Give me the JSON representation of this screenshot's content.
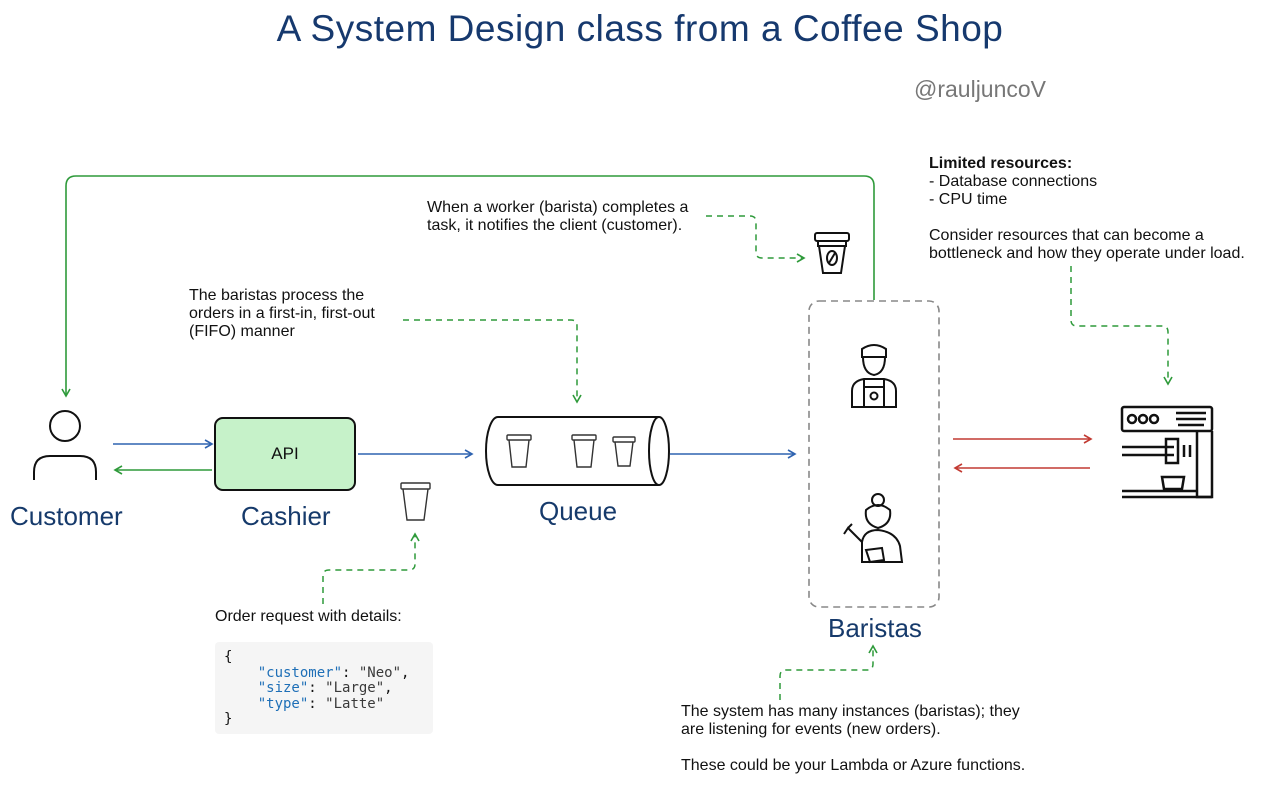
{
  "title": "A System Design class from a Coffee Shop",
  "handle": "@rauljuncoV",
  "colors": {
    "title": "#16396e",
    "green_arrow": "#2e9a3a",
    "blue_arrow": "#2f63b0",
    "red_arrow": "#c23a32",
    "api_fill": "#c6f2c9"
  },
  "labels": {
    "customer": "Customer",
    "cashier": "Cashier",
    "queue": "Queue",
    "baristas": "Baristas",
    "api": "API"
  },
  "notes": {
    "notify": "When a worker (barista) completes a\ntask, it notifies the client (customer).",
    "fifo": "The baristas process the\norders in a first-in, first-out\n(FIFO) manner",
    "resources_title": "Limited resources:",
    "resources_items": "- Database connections\n- CPU time",
    "resources_consider": "Consider resources that can become a\nbottleneck and how they operate under load.",
    "order_request": "Order request with details:",
    "instances": "The system has many instances (baristas); they\nare listening for events (new orders).",
    "lambda": "These could be your Lambda or Azure functions."
  },
  "order_json": {
    "open": "{",
    "close": "}",
    "fields": [
      {
        "key": "\"customer\"",
        "value": "\"Neo\""
      },
      {
        "key": "\"size\"",
        "value": "\"Large\""
      },
      {
        "key": "\"type\"",
        "value": "\"Latte\""
      }
    ]
  },
  "icons": [
    "person-icon",
    "coffee-cup-icon",
    "barista-man-icon",
    "barista-woman-icon",
    "espresso-machine-icon",
    "coffee-cup-bean-icon"
  ]
}
